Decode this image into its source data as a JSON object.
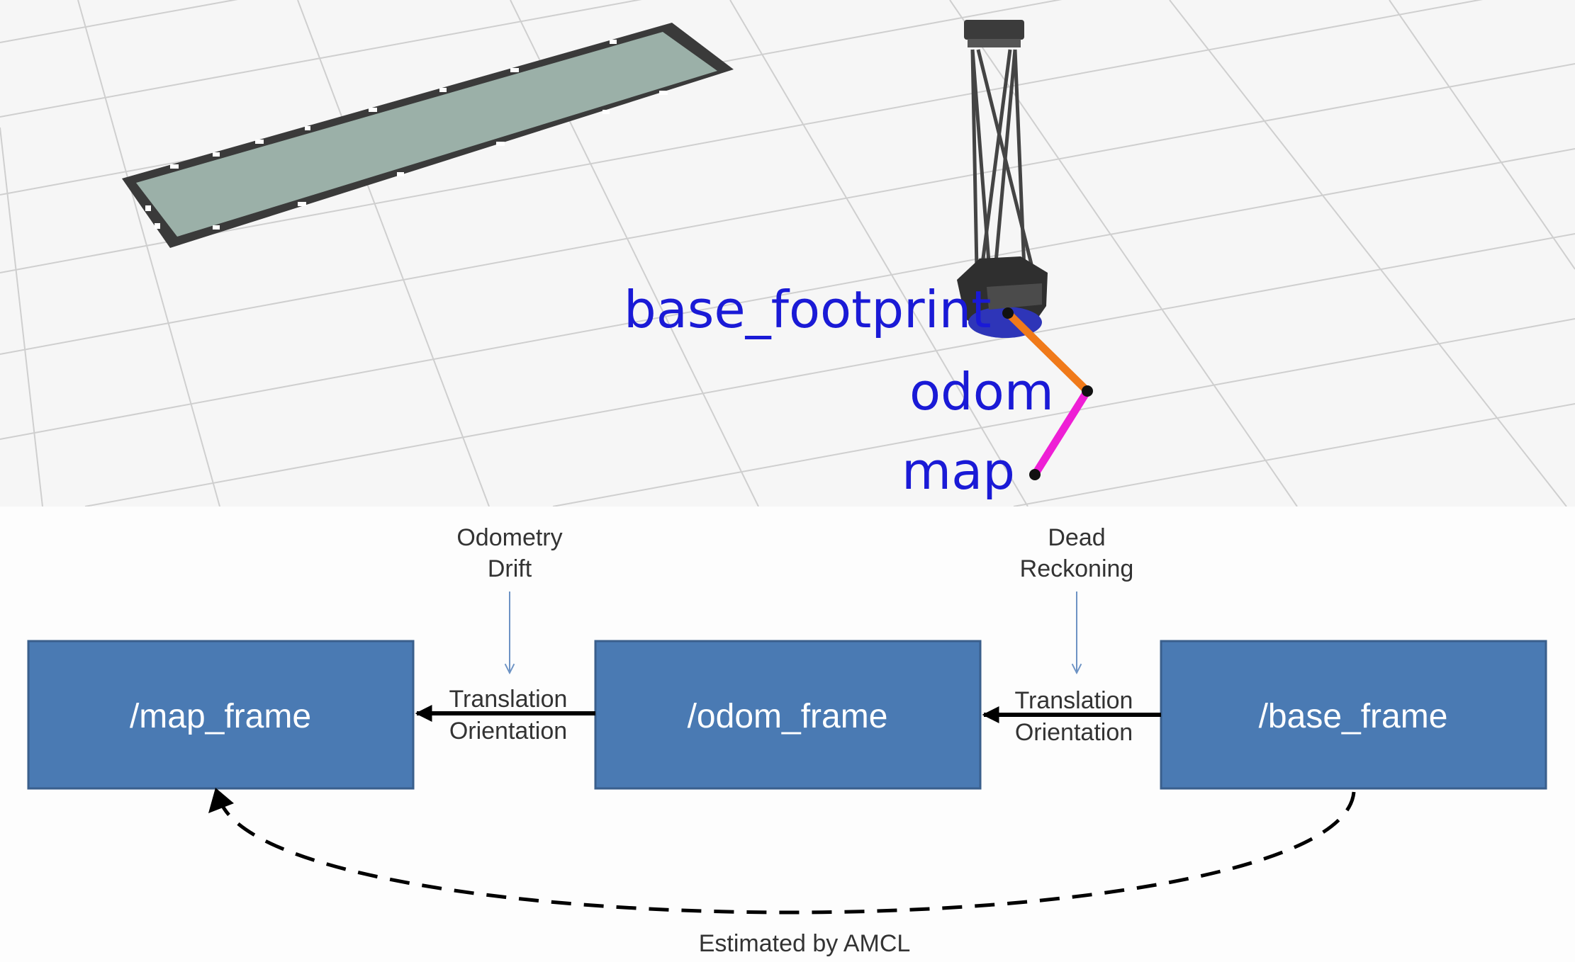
{
  "scene3d": {
    "frame_labels": [
      "base_footprint",
      "odom",
      "map"
    ],
    "colors": {
      "label": "#1a1ad6",
      "link_footprint_odom": "#f07a1a",
      "link_odom_map": "#ee1fd5",
      "grid": "#cfcfcf",
      "map_fill": "#9bb0a8",
      "map_border": "#3a3a3a"
    }
  },
  "diagram": {
    "boxes": [
      {
        "label": "/map_frame"
      },
      {
        "label": "/odom_frame"
      },
      {
        "label": "/base_frame"
      }
    ],
    "annotations": {
      "odometry_drift": [
        "Odometry",
        "Drift"
      ],
      "dead_reckoning": [
        "Dead",
        "Reckoning"
      ],
      "link1": [
        "Translation",
        "Orientation"
      ],
      "link2": [
        "Translation",
        "Orientation"
      ],
      "amcl": "Estimated by AMCL"
    },
    "colors": {
      "box_fill": "#4a7ab3",
      "box_border": "#3a5f8c",
      "annotation_arrow": "#6d93c4",
      "background": "#fdfdfd"
    }
  }
}
